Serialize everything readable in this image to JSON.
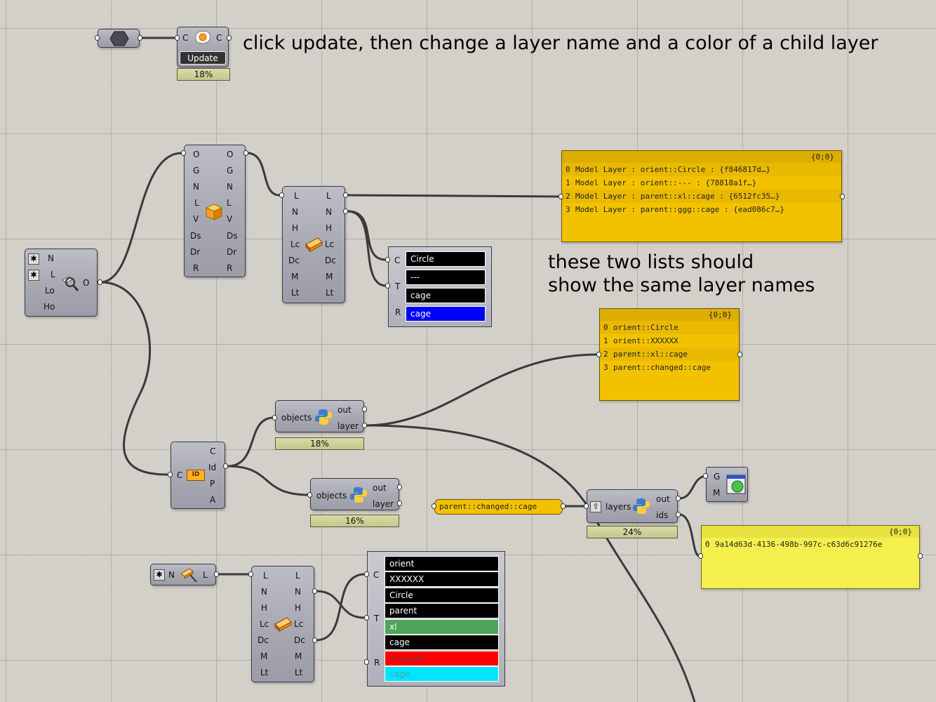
{
  "notes": {
    "top": "click update, then change a layer name and a color of a child layer",
    "middle_line1": "these two lists should",
    "middle_line2": "show the same layer names"
  },
  "update_component": {
    "in_port": "C",
    "out_port": "C",
    "button_label": "Update",
    "progress": "18%",
    "progress_value": 0.18
  },
  "layer_info_component": {
    "inputs": [
      "O",
      "G",
      "N",
      "L",
      "V",
      "Ds",
      "Dr",
      "R"
    ],
    "outputs": [
      "O",
      "G",
      "N",
      "L",
      "V",
      "Ds",
      "Dr",
      "R"
    ]
  },
  "layer_props_component": {
    "inputs": [
      "L",
      "N",
      "H",
      "Lc",
      "Dc",
      "M",
      "Lt"
    ],
    "outputs": [
      "L",
      "N",
      "H",
      "Lc",
      "Dc",
      "M",
      "Lt"
    ]
  },
  "query_component": {
    "inputs": [
      "N",
      "L",
      "Lo",
      "Ho"
    ],
    "output": "O"
  },
  "tree_list_1": {
    "ports": [
      "C",
      "T",
      "R"
    ],
    "items": [
      {
        "text": "Circle",
        "bg": "#000000"
      },
      {
        "text": "---",
        "bg": "#000000"
      },
      {
        "text": "cage",
        "bg": "#000000"
      },
      {
        "text": "cage",
        "bg": "#0000ff"
      }
    ]
  },
  "panel_layers": {
    "header": "{0;0}",
    "rows": [
      {
        "index": "0",
        "text": "Model Layer : orient::Circle : {f846817d…}"
      },
      {
        "index": "1",
        "text": "Model Layer : orient::--- : {78818a1f…}"
      },
      {
        "index": "2",
        "text": "Model Layer : parent::xl::cage : {6512fc35…}"
      },
      {
        "index": "3",
        "text": "Model Layer : parent::ggg::cage : {ead086c7…}"
      }
    ],
    "color": "#f2c200"
  },
  "panel_names": {
    "header": "{0;0}",
    "rows": [
      {
        "index": "0",
        "text": "orient::Circle"
      },
      {
        "index": "1",
        "text": "orient::XXXXXX"
      },
      {
        "index": "2",
        "text": "parent::xl::cage"
      },
      {
        "index": "3",
        "text": "parent::changed::cage"
      }
    ],
    "color": "#f2c200"
  },
  "panel_ids": {
    "header": "{0;0}",
    "rows": [
      {
        "index": "0",
        "text": "9a14d63d-4136-498b-997c-c63d6c91276e"
      }
    ],
    "color": "#f5ef4e"
  },
  "python_1": {
    "input": "objects",
    "outputs": [
      "out",
      "layer"
    ],
    "progress": "18%",
    "progress_value": 0.18
  },
  "python_2": {
    "input": "objects",
    "outputs": [
      "out",
      "layer"
    ],
    "progress": "16%",
    "progress_value": 0.16
  },
  "python_3": {
    "input": "layers",
    "outputs": [
      "out",
      "ids"
    ],
    "progress": "24%",
    "progress_value": 0.24
  },
  "id_component": {
    "input": "C",
    "badge": "ID",
    "outputs": [
      "C",
      "Id",
      "P",
      "A"
    ]
  },
  "text_param": {
    "value": "parent::changed::cage"
  },
  "geom_preview": {
    "inputs": [
      "G",
      "M"
    ]
  },
  "layer_names_component": {
    "input": "N",
    "output": "L"
  },
  "layer_props_component_2": {
    "inputs": [
      "L",
      "N",
      "H",
      "Lc",
      "Dc",
      "M",
      "Lt"
    ],
    "outputs": [
      "L",
      "N",
      "H",
      "Lc",
      "Dc",
      "M",
      "Lt"
    ]
  },
  "tree_list_2": {
    "ports": [
      "C",
      "T",
      "R"
    ],
    "items": [
      {
        "text": "orient",
        "bg": "#000000",
        "fg": "#ffffff"
      },
      {
        "text": "XXXXXX",
        "bg": "#000000",
        "fg": "#ffffff"
      },
      {
        "text": "Circle",
        "bg": "#000000",
        "fg": "#ffffff"
      },
      {
        "text": "parent",
        "bg": "#000000",
        "fg": "#ffffff"
      },
      {
        "text": "xl",
        "bg": "#4fa35a",
        "fg": "#ffffff"
      },
      {
        "text": "cage",
        "bg": "#000000",
        "fg": "#ffffff"
      },
      {
        "text": "changed",
        "bg": "#ff0000",
        "fg": "#8b2a2a"
      },
      {
        "text": "cage",
        "bg": "#00e5ff",
        "fg": "#4aa0b0"
      }
    ]
  }
}
